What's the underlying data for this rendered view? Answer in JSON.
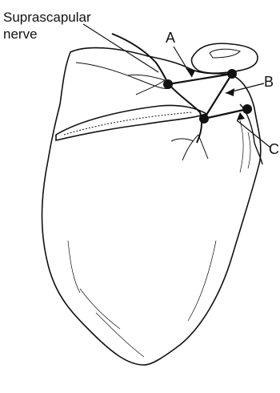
{
  "labels": {
    "nerve_line1": "Suprascapular",
    "nerve_line2": "nerve",
    "point_a": "A",
    "point_b": "B",
    "point_c": "C"
  },
  "colors": {
    "ink": "#111111",
    "background": "#ffffff"
  }
}
